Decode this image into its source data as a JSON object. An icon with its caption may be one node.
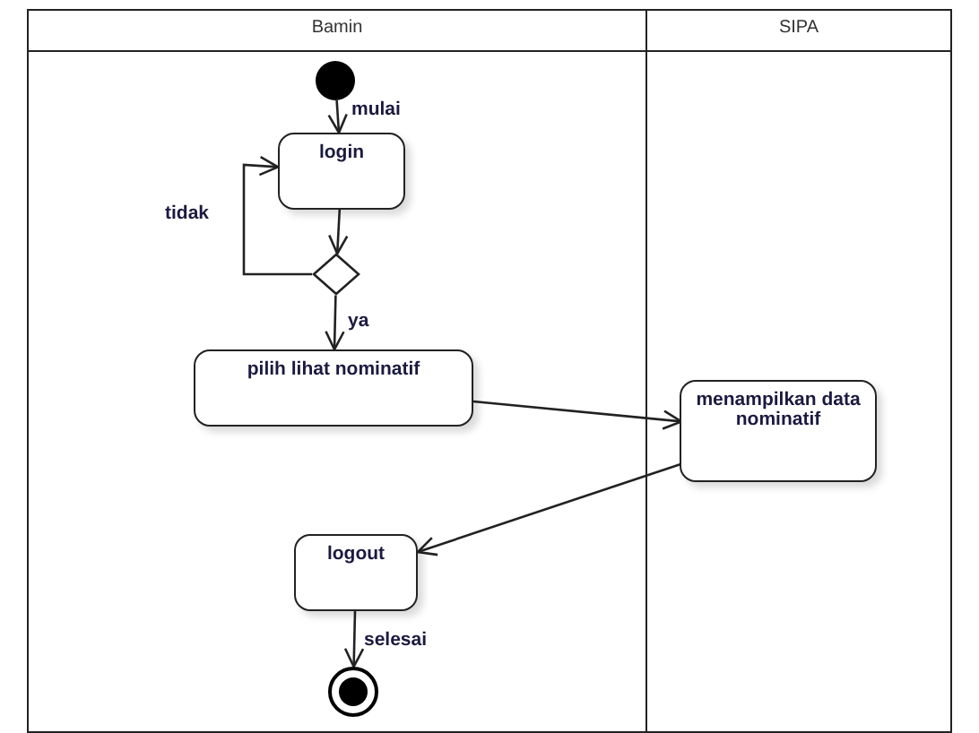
{
  "diagram": {
    "nodes": [
      {
        "text": [
          "Bamin"
        ]
      },
      {
        "text": [
          "SIPA"
        ]
      },
      {
        "text": [],
        "shape": "circle",
        "in": 0
      },
      {
        "text": [
          "login"
        ],
        "in": 0
      },
      {
        "text": [],
        "shape": "diamond",
        "in": 0
      },
      {
        "text": [
          "pilih lihat nominatif"
        ],
        "in": 0
      },
      {
        "text": [
          "menampilkan data nominatif"
        ],
        "in": 1
      },
      {
        "text": [
          "logout"
        ],
        "in": 0
      },
      {
        "text": [],
        "shape": "circle",
        "in": 0
      }
    ],
    "edges": [
      {
        "from": 2,
        "to": 3,
        "arrow": "to",
        "label": "mulai"
      },
      {
        "from": 3,
        "to": 4,
        "arrow": "to"
      },
      {
        "from": 4,
        "to": 3,
        "arrow": "to",
        "label": "tidak"
      },
      {
        "from": 4,
        "to": 5,
        "arrow": "to",
        "label": "ya"
      },
      {
        "from": 5,
        "to": 6,
        "arrow": "to"
      },
      {
        "from": 6,
        "to": 7,
        "arrow": "to"
      },
      {
        "from": 7,
        "to": 8,
        "arrow": "to",
        "label": "selesai"
      }
    ]
  }
}
